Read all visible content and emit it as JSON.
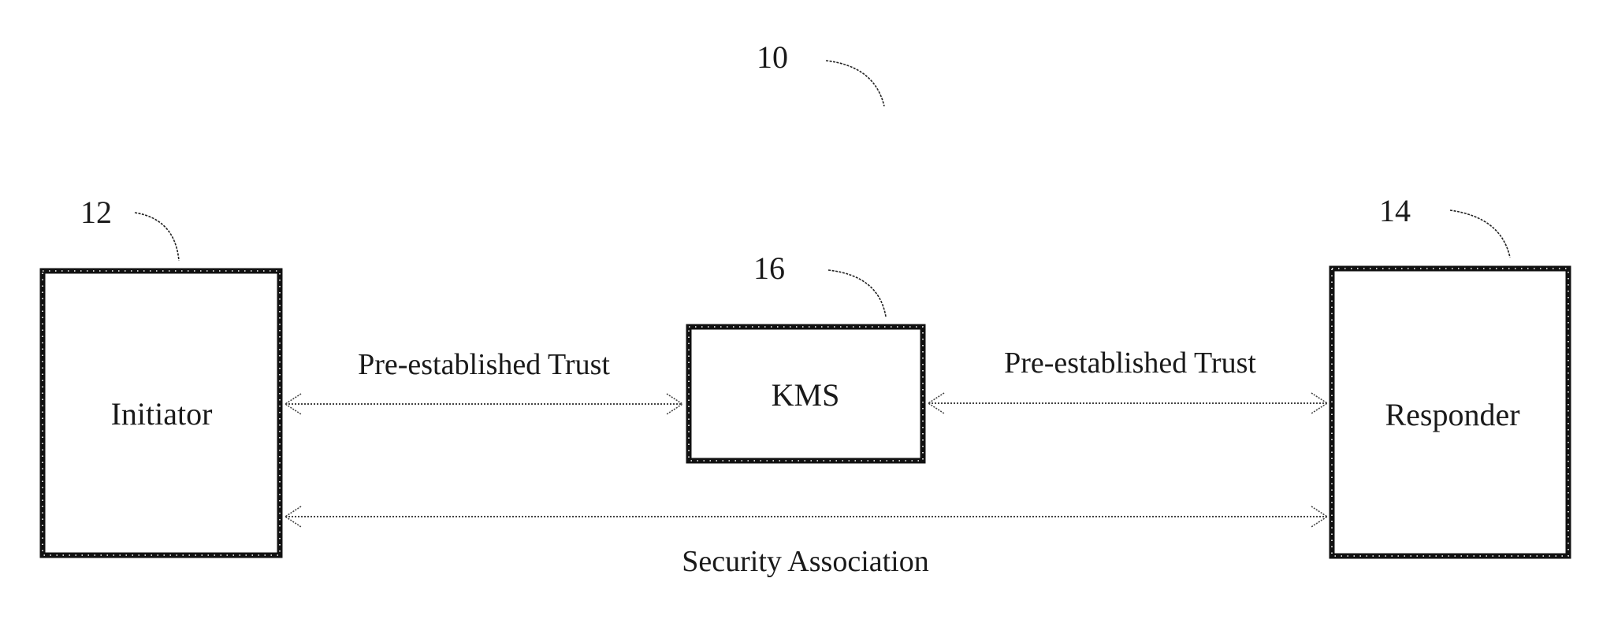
{
  "figure": {
    "reference_numeral": "10",
    "nodes": [
      {
        "id": "initiator",
        "label": "Initiator",
        "ref": "12"
      },
      {
        "id": "kms",
        "label": "KMS",
        "ref": "16"
      },
      {
        "id": "responder",
        "label": "Responder",
        "ref": "14"
      }
    ],
    "edges": [
      {
        "from": "initiator",
        "to": "kms",
        "label": "Pre-established Trust",
        "direction": "bidirectional",
        "style": "dotted"
      },
      {
        "from": "kms",
        "to": "responder",
        "label": "Pre-established Trust",
        "direction": "bidirectional",
        "style": "dotted"
      },
      {
        "from": "initiator",
        "to": "responder",
        "label": "Security Association",
        "direction": "bidirectional",
        "style": "dotted"
      }
    ]
  }
}
